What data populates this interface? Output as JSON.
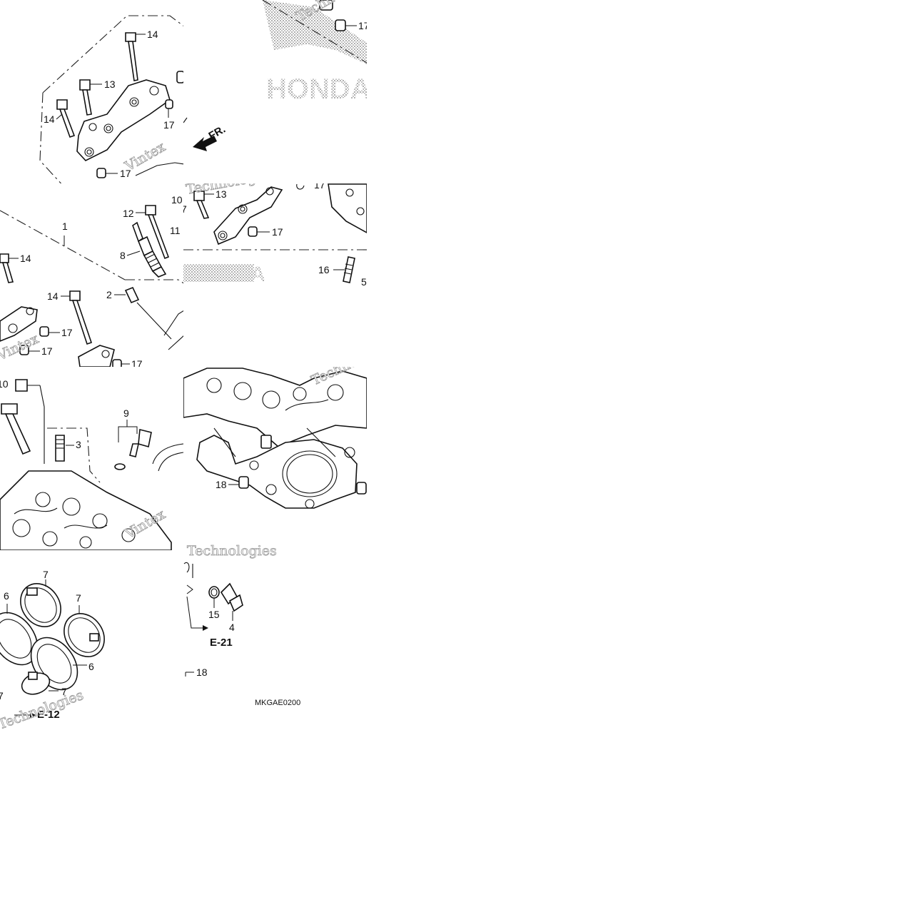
{
  "callouts": {
    "c1": "1",
    "c2": "2",
    "c3": "3",
    "c4": "4",
    "c5": "5",
    "c6": "6",
    "c7": "7",
    "c8": "8",
    "c9": "9",
    "c10": "10",
    "c11": "11",
    "c12": "12",
    "c13": "13",
    "c14": "14",
    "c15": "15",
    "c16": "16",
    "c17": "17",
    "c18": "18"
  },
  "references": {
    "e21": "E-21",
    "e12": "E-12"
  },
  "front_marker": "FR.",
  "diagram_code": "MKGAE0200",
  "logo_text": "HONDA",
  "watermark": {
    "line1": "Vintex",
    "line2": "Technologies"
  }
}
